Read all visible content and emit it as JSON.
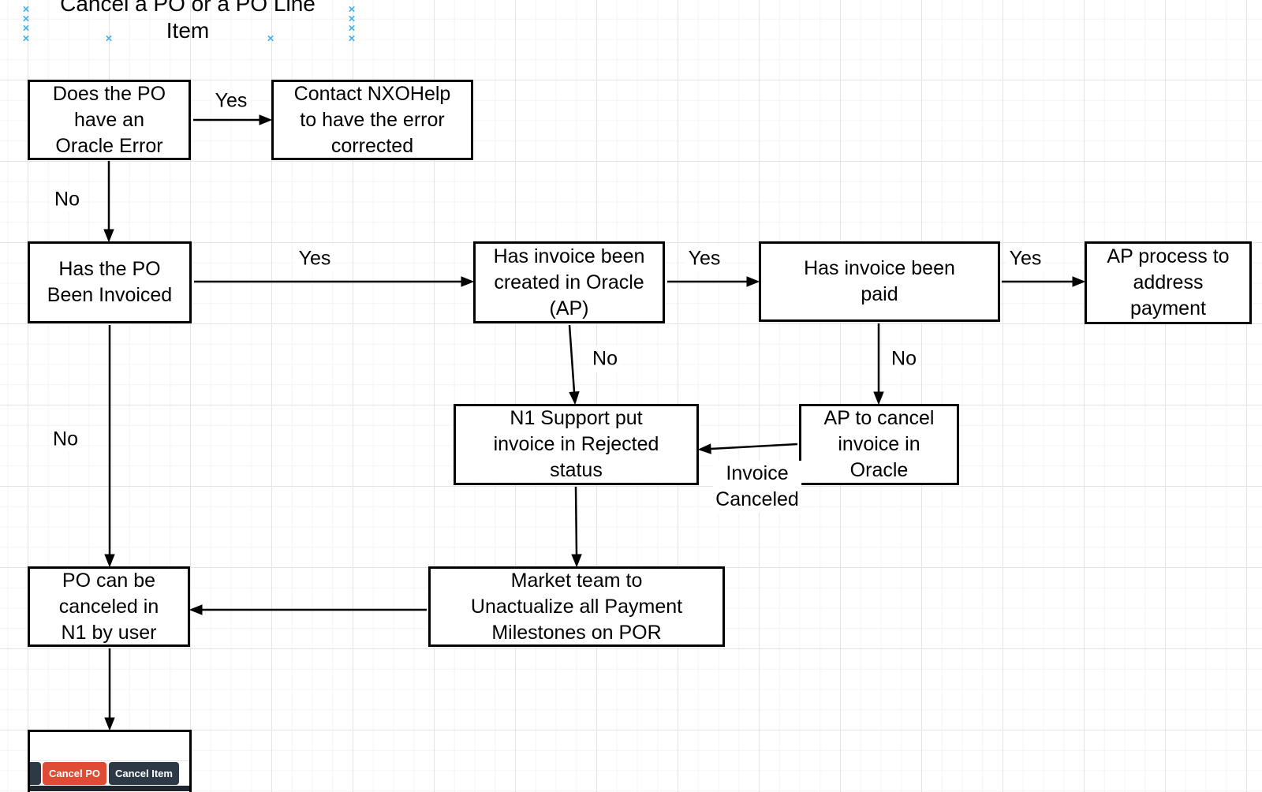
{
  "title": "Cancel a PO or a PO Line\nItem",
  "nodes": {
    "oracle_error": "Does the PO\nhave an\nOracle Error",
    "contact_nxohelp": "Contact NXOHelp\nto have the error\ncorrected",
    "po_invoiced": "Has the PO\nBeen Invoiced",
    "invoice_created": "Has invoice been\ncreated in Oracle\n(AP)",
    "invoice_paid": "Has invoice been\npaid",
    "ap_process": "AP process to\naddress\npayment",
    "n1_support": "N1 Support put\ninvoice in Rejected\nstatus",
    "ap_cancel": "AP to cancel\ninvoice in\nOracle",
    "market_team": "Market team to\nUnactualize all Payment\nMilestones on POR",
    "po_cancel_n1": "PO can be\ncanceled in\nN1 by user"
  },
  "edge_labels": {
    "yes_oracle": "Yes",
    "no_oracle": "No",
    "yes_invoiced": "Yes",
    "yes_created": "Yes",
    "yes_paid": "Yes",
    "no_created": "No",
    "no_paid": "No",
    "no_invoiced": "No",
    "invoice_canceled": "Invoice\nCanceled"
  },
  "embedded_screenshot": {
    "cancel_po_button": "Cancel PO",
    "cancel_item_button": "Cancel Item",
    "ellipsis": "..."
  },
  "icons": {
    "connection_point": "×"
  },
  "colors": {
    "cancel_po_red": "#e04b35",
    "cancel_item_dark": "#2d3947",
    "connection_point_blue": "#3fb1ef",
    "shape_stroke": "#000000",
    "grid_major": "#e7e3e3",
    "grid_minor": "#f7f3f3"
  }
}
